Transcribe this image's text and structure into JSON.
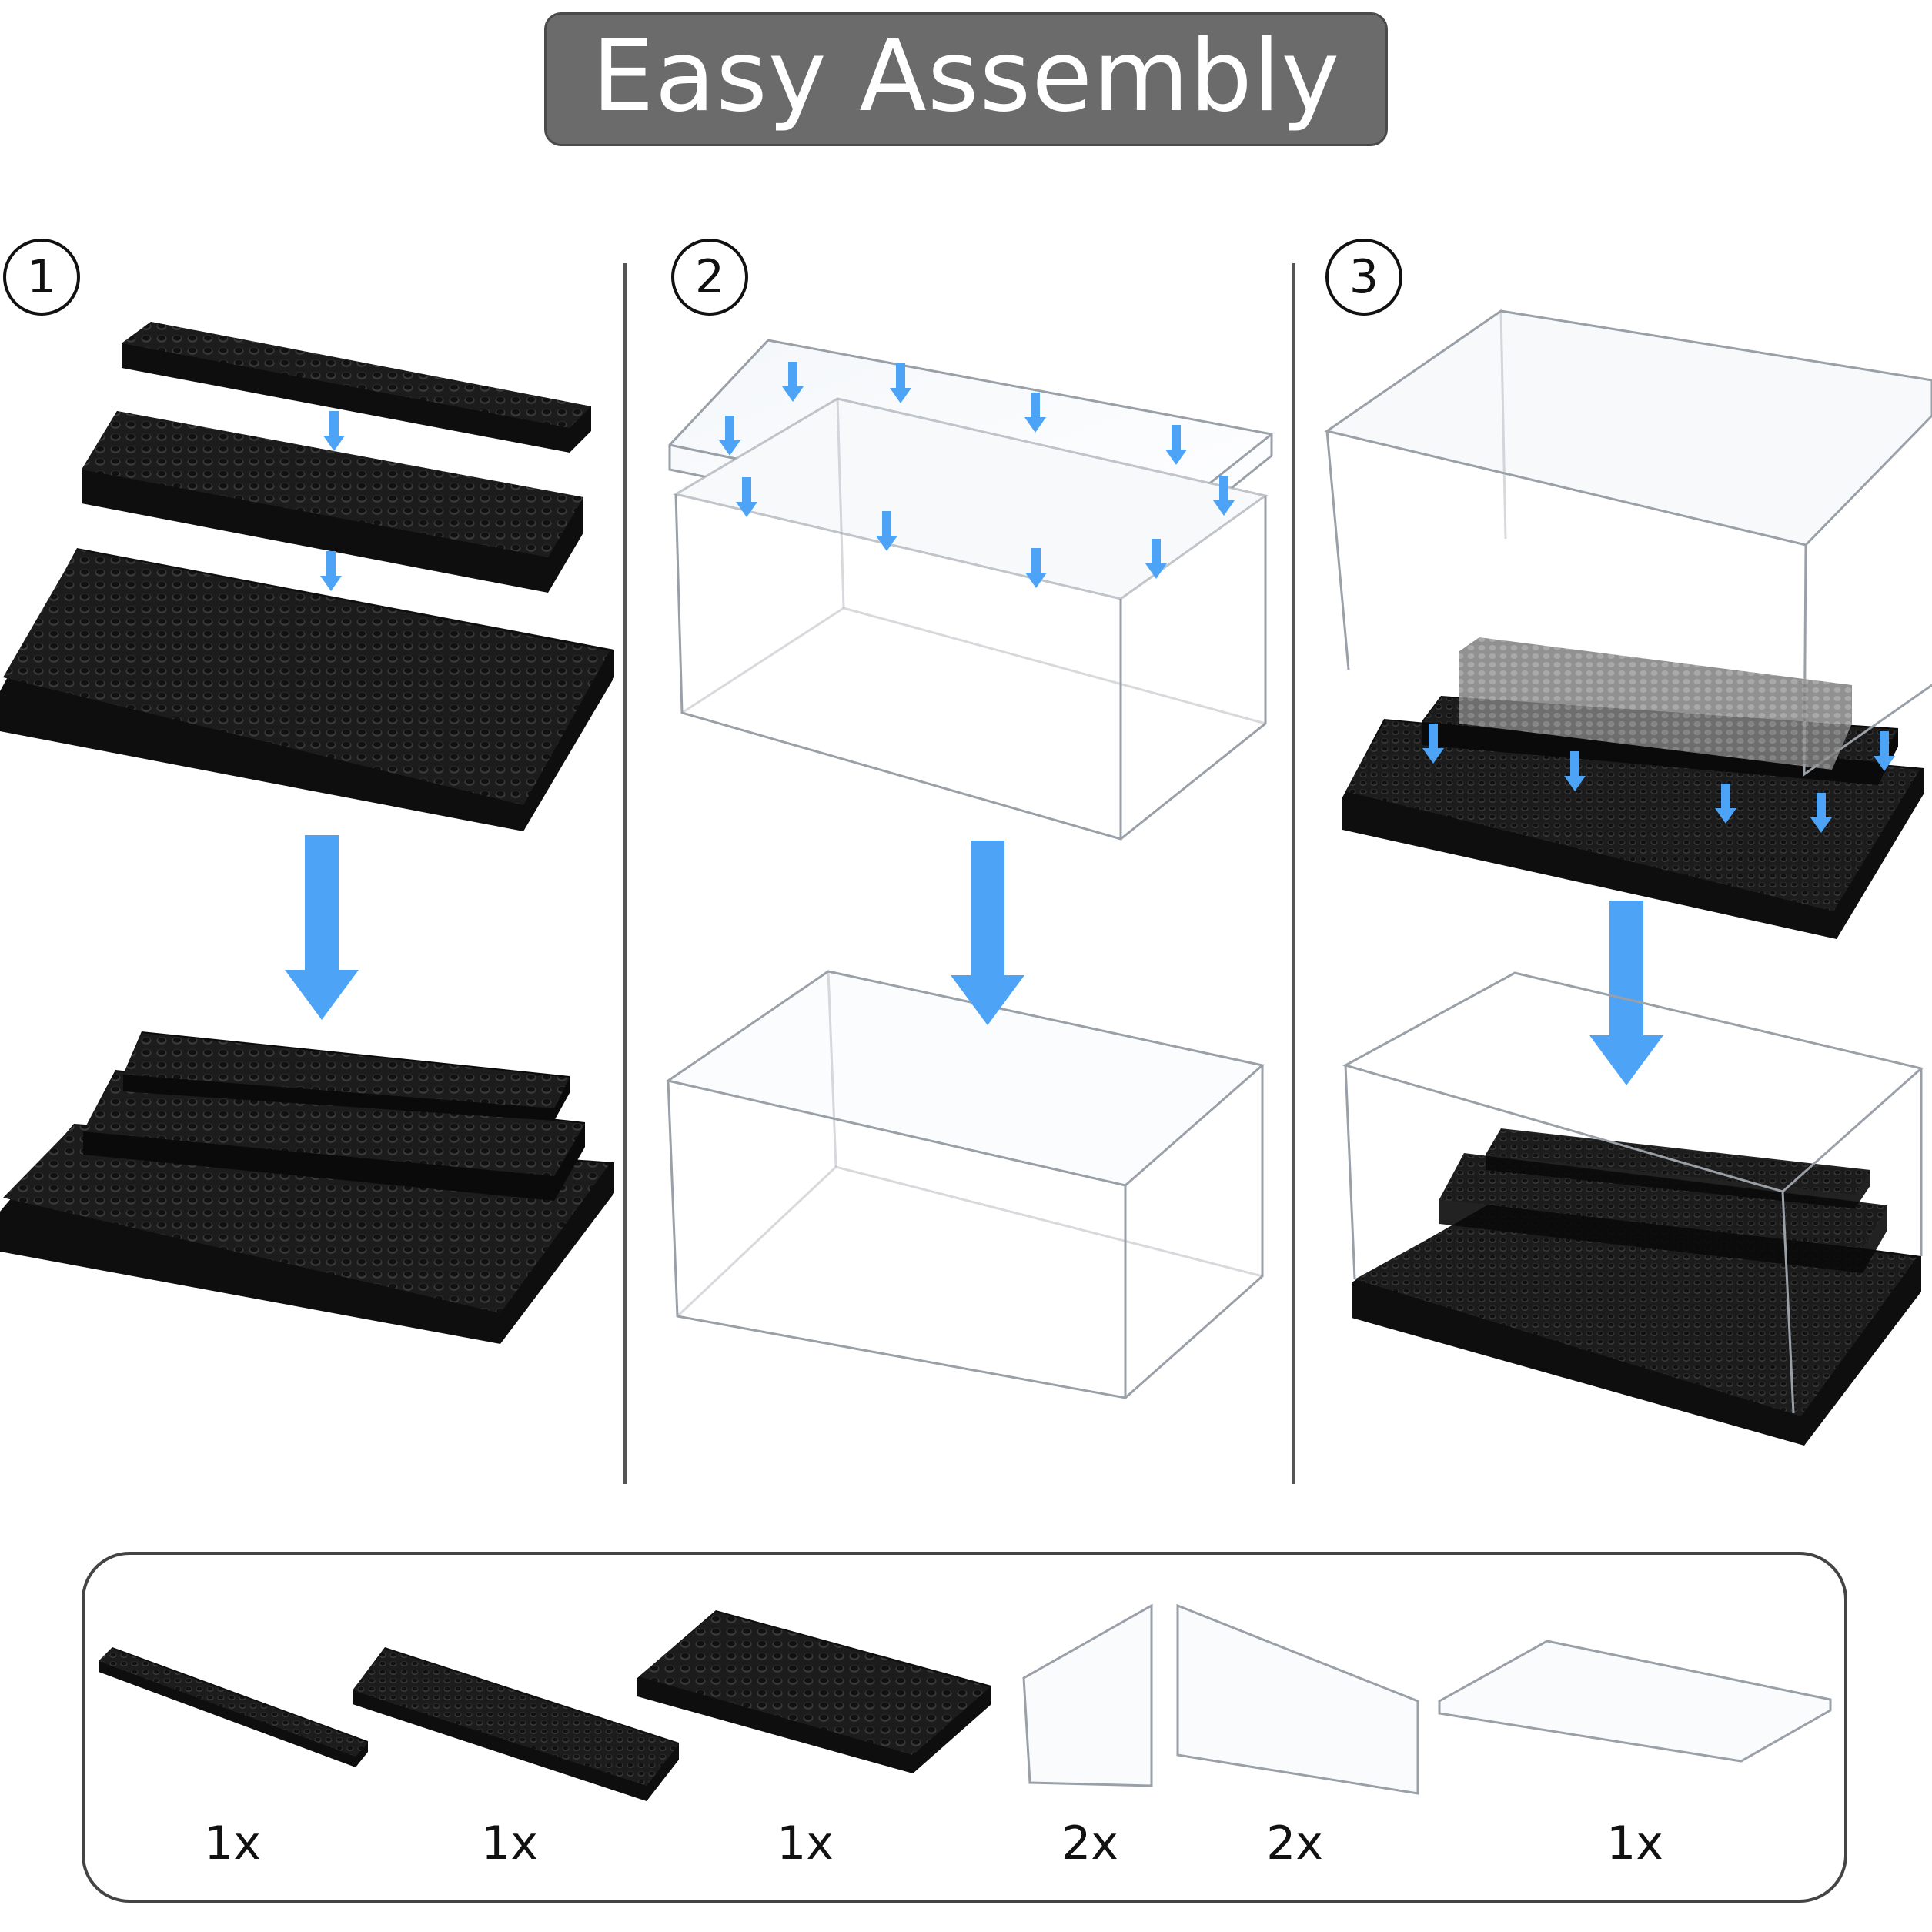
{
  "title": "Easy Assembly",
  "steps": [
    "1",
    "2",
    "3"
  ],
  "parts": [
    {
      "name": "narrow-baseplate",
      "qty": "1x"
    },
    {
      "name": "medium-baseplate",
      "qty": "1x"
    },
    {
      "name": "large-baseplate",
      "qty": "1x"
    },
    {
      "name": "short-side-panel",
      "qty": "2x"
    },
    {
      "name": "long-side-panel",
      "qty": "2x"
    },
    {
      "name": "top-panel",
      "qty": "1x"
    }
  ],
  "colors": {
    "title_bg": "#6b6b6b",
    "arrow": "#4da3f5",
    "plate": "#1a1a1a",
    "acrylic_edge": "#9aa0a8"
  }
}
